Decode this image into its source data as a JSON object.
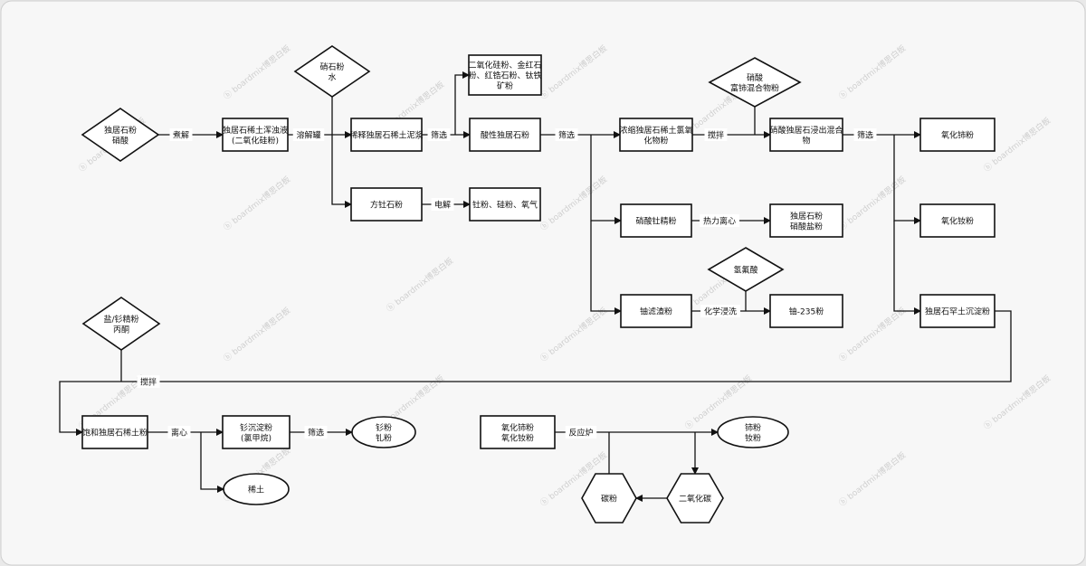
{
  "nodes": {
    "input1": [
      "独居石粉",
      "硝酸"
    ],
    "boil_liquid": [
      "独居石稀土浑浊液",
      "(二氧化硅粉)"
    ],
    "water_input": [
      "硝石粉",
      "水"
    ],
    "dilute_slurry": [
      "稀释独居石稀土泥浆"
    ],
    "byproducts1": [
      "二氧化硅粉、金红石",
      "粉、红锆石粉、钛铁",
      "矿粉"
    ],
    "acid_mona": [
      "酸性独居石粉"
    ],
    "fangzhu": [
      "方钍石粉"
    ],
    "elec_products": [
      "钍粉、硅粉、氧气"
    ],
    "conc_chloride": [
      "浓缩独居石稀土氯氧",
      "化物粉"
    ],
    "nitric_input": [
      "硝酸",
      "富铈混合物粉"
    ],
    "leach_mix": [
      "硝酸独居石浸出混合",
      "物"
    ],
    "cerium_oxide": [
      "氧化铈粉"
    ],
    "th_nitrate": [
      "硝酸钍精粉"
    ],
    "mona_nitrate": [
      "独居石粉",
      "硝酸盐粉"
    ],
    "neodymium_oxide": [
      "氧化钕粉"
    ],
    "hf_input": [
      "氢氟酸"
    ],
    "uranium_slag": [
      "铀滤渣粉"
    ],
    "uranium235": [
      "铀-235粉"
    ],
    "rare_precip": [
      "独居石罕土沉淀粉"
    ],
    "salt_input": [
      "盐/钐精粉",
      "丙酮"
    ],
    "saturated": [
      "饱和独居石稀土粉"
    ],
    "sm_precip": [
      "钐沉淀粉",
      "(氯甲烷)"
    ],
    "sm_output": [
      "钐粉",
      "钆粉"
    ],
    "rare_earth": [
      "稀土"
    ],
    "oxides_in": [
      "氧化铈粉",
      "氧化钕粉"
    ],
    "ce_nd": [
      "铈粉",
      "钕粉"
    ],
    "co2": [
      "二氧化碳"
    ],
    "carbon": [
      "碳粉"
    ]
  },
  "edge_labels": {
    "boil": "煮解",
    "dissolve": "溶解罐",
    "screen1": "筛选",
    "screen2": "筛选",
    "electrolysis": "电解",
    "stir1": "搅拌",
    "screen3": "筛选",
    "thermal": "热力离心",
    "chem_leach": "化学浸洗",
    "stir2": "搅拌",
    "centrifuge": "离心",
    "screen4": "筛选",
    "reactor": "反应炉"
  },
  "watermark": "boardmix博思白板"
}
